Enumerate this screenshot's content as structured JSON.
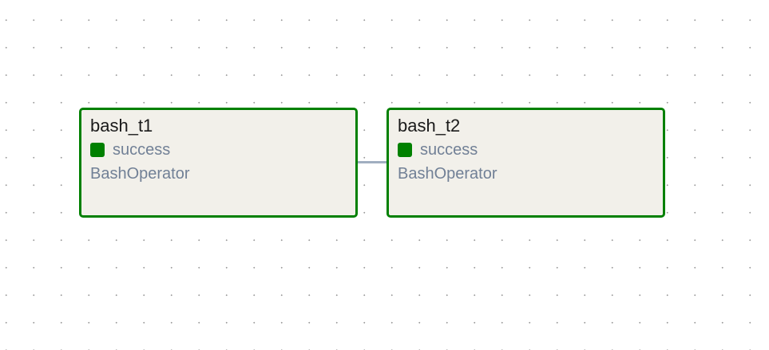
{
  "colors": {
    "success": "#008000",
    "node_background": "#f2f0ea",
    "edge": "#a0aec0",
    "muted_text": "#718096"
  },
  "graph": {
    "nodes": [
      {
        "task_id": "bash_t1",
        "state": "success",
        "state_icon": "status-square-icon",
        "operator": "BashOperator"
      },
      {
        "task_id": "bash_t2",
        "state": "success",
        "state_icon": "status-square-icon",
        "operator": "BashOperator"
      }
    ],
    "edges": [
      {
        "from": "bash_t1",
        "to": "bash_t2"
      }
    ]
  }
}
